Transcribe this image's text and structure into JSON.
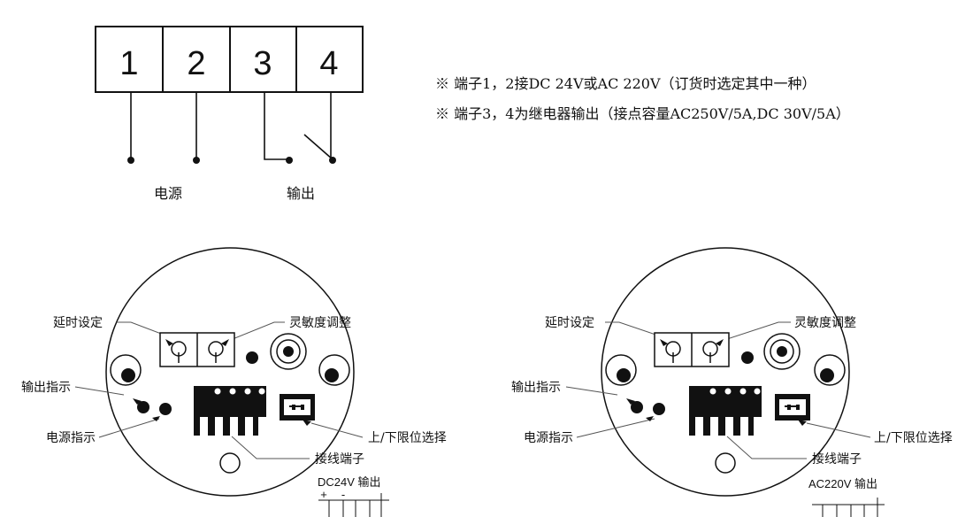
{
  "terminal_block": {
    "terminals": [
      "1",
      "2",
      "3",
      "4"
    ],
    "power_label": "电源",
    "output_label": "输出"
  },
  "notes": [
    "※ 端子1，2接DC 24V或AC 220V（订货时选定其中一种）",
    "※ 端子3，4为继电器输出（接点容量AC250V/5A,DC 30V/5A）"
  ],
  "boards": [
    {
      "delay_label": "延时设定",
      "sensitivity_label": "灵敏度调整",
      "output_indicator_label": "输出指示",
      "power_indicator_label": "电源指示",
      "limit_select_label": "上/下限位选择",
      "terminal_label": "接线端子",
      "supply_label": "DC24V 输出",
      "plus_label": "+",
      "minus_label": "-"
    },
    {
      "delay_label": "延时设定",
      "sensitivity_label": "灵敏度调整",
      "output_indicator_label": "输出指示",
      "power_indicator_label": "电源指示",
      "limit_select_label": "上/下限位选择",
      "terminal_label": "接线端子",
      "supply_label": "AC220V 输出"
    }
  ]
}
